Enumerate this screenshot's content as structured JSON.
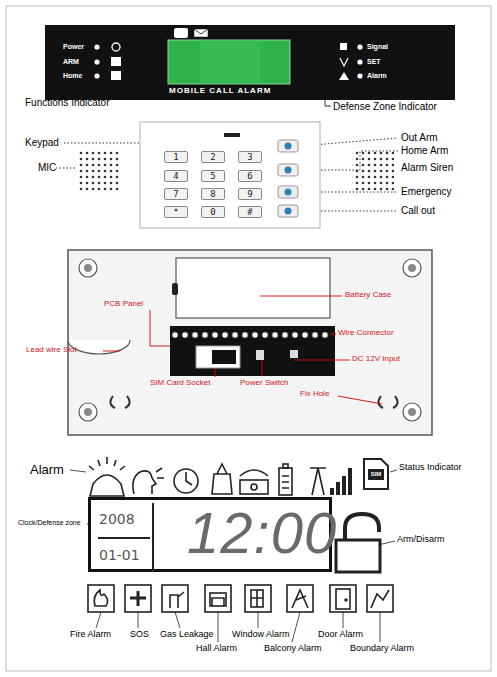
{
  "diagram": {
    "nodes": [
      {
        "text": [
          "1"
        ]
      },
      {
        "text": [
          "2"
        ]
      },
      {
        "text": [
          "3"
        ]
      },
      {
        "text": [
          "4"
        ]
      },
      {
        "text": [
          "5"
        ]
      },
      {
        "text": [
          "6"
        ]
      },
      {
        "text": [
          "7"
        ]
      },
      {
        "text": [
          "8"
        ]
      },
      {
        "text": [
          "9"
        ]
      },
      {
        "text": [
          "*"
        ]
      },
      {
        "text": [
          "0"
        ]
      },
      {
        "text": [
          "#"
        ]
      },
      {
        "text": [
          "SIM"
        ]
      },
      {
        "text": [
          "12:00"
        ]
      },
      {
        "text": [
          "2008",
          "01-01"
        ],
        "in": 13
      }
    ],
    "labels": [
      "Power",
      "ARM",
      "Home",
      "Signal",
      "SET",
      "Alarm",
      "MOBILE CALL ALARM",
      "Functions Indicator",
      "Defense Zone Indicator",
      "Keypad",
      "Out Arm",
      "Home Arm",
      "MIC",
      "Alarm Siren",
      "Emergency",
      "Call out",
      "Battery Case",
      "PCB Panel",
      "Wire Connector",
      "Lead wire Slot",
      "DC 12V Input",
      "SIM Card Socket",
      "Power Switch",
      "Fix Hole",
      "Alarm",
      "Status Indicator",
      "Clock/Defense zone",
      "Arm/Disarm",
      "Fire Alarm",
      "SOS",
      "Gas Leakage",
      "Hall Alarm",
      "Window Alarm",
      "Balcony Alarm",
      "Door Alarm",
      "Boundary Alarm"
    ]
  }
}
